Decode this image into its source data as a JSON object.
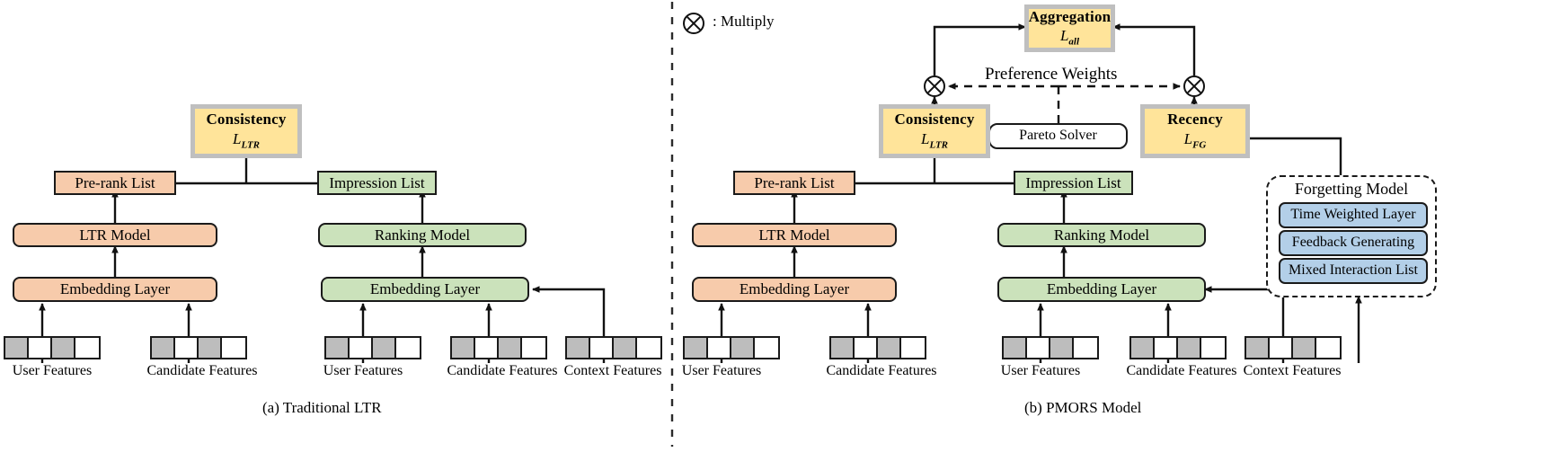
{
  "figure": {
    "legend": {
      "symbol": "multiply-icon",
      "text": ": Multiply"
    },
    "panels": [
      {
        "id": "a",
        "caption": "(a) Traditional LTR"
      },
      {
        "id": "b",
        "caption": "(b) PMORS Model"
      }
    ]
  },
  "colors": {
    "orange": "#f7cbab",
    "green": "#cbe2bb",
    "blue": "#b3cfe8",
    "yellow": "#ffe49a",
    "gray_frame": "#bfbfbf",
    "cell_gray": "#bdbdbd",
    "stroke": "#1a1a1a"
  },
  "panel_a": {
    "loss": {
      "title": "Consistency",
      "symbol": "L",
      "subscript": "LTR"
    },
    "pre_rank_list": "Pre-rank List",
    "impression_list": "Impression List",
    "ltr_model": "LTR Model",
    "ranking_model": "Ranking Model",
    "embedding_left": "Embedding Layer",
    "embedding_right": "Embedding Layer",
    "features": [
      {
        "label": "User Features",
        "cells": [
          "g",
          "w",
          "g",
          "w"
        ]
      },
      {
        "label": "Candidate Features",
        "cells": [
          "g",
          "w",
          "g",
          "w"
        ]
      },
      {
        "label": "User Features",
        "cells": [
          "g",
          "w",
          "g",
          "w"
        ]
      },
      {
        "label": "Candidate Features",
        "cells": [
          "g",
          "w",
          "g",
          "w"
        ]
      },
      {
        "label": "Context Features",
        "cells": [
          "g",
          "w",
          "g",
          "w"
        ]
      }
    ]
  },
  "panel_b": {
    "aggregation": {
      "title": "Aggregation",
      "symbol": "L",
      "subscript": "all"
    },
    "consistency": {
      "title": "Consistency",
      "symbol": "L",
      "subscript": "LTR"
    },
    "recency": {
      "title": "Recency",
      "symbol": "L",
      "subscript": "FG"
    },
    "preference_weights": "Preference Weights",
    "pareto_solver": "Pareto Solver",
    "pre_rank_list": "Pre-rank List",
    "impression_list": "Impression List",
    "ltr_model": "LTR Model",
    "ranking_model": "Ranking Model",
    "embedding_left": "Embedding Layer",
    "embedding_right": "Embedding Layer",
    "forgetting_model": {
      "title": "Forgetting Model",
      "layers": [
        "Time Weighted Layer",
        "Feedback Generating",
        "Mixed Interaction List"
      ]
    },
    "features": [
      {
        "label": "User Features",
        "cells": [
          "g",
          "w",
          "g",
          "w"
        ]
      },
      {
        "label": "Candidate Features",
        "cells": [
          "g",
          "w",
          "g",
          "w"
        ]
      },
      {
        "label": "User Features",
        "cells": [
          "g",
          "w",
          "g",
          "w"
        ]
      },
      {
        "label": "Candidate Features",
        "cells": [
          "g",
          "w",
          "g",
          "w"
        ]
      },
      {
        "label": "Context Features",
        "cells": [
          "g",
          "w",
          "g",
          "w"
        ]
      }
    ]
  }
}
